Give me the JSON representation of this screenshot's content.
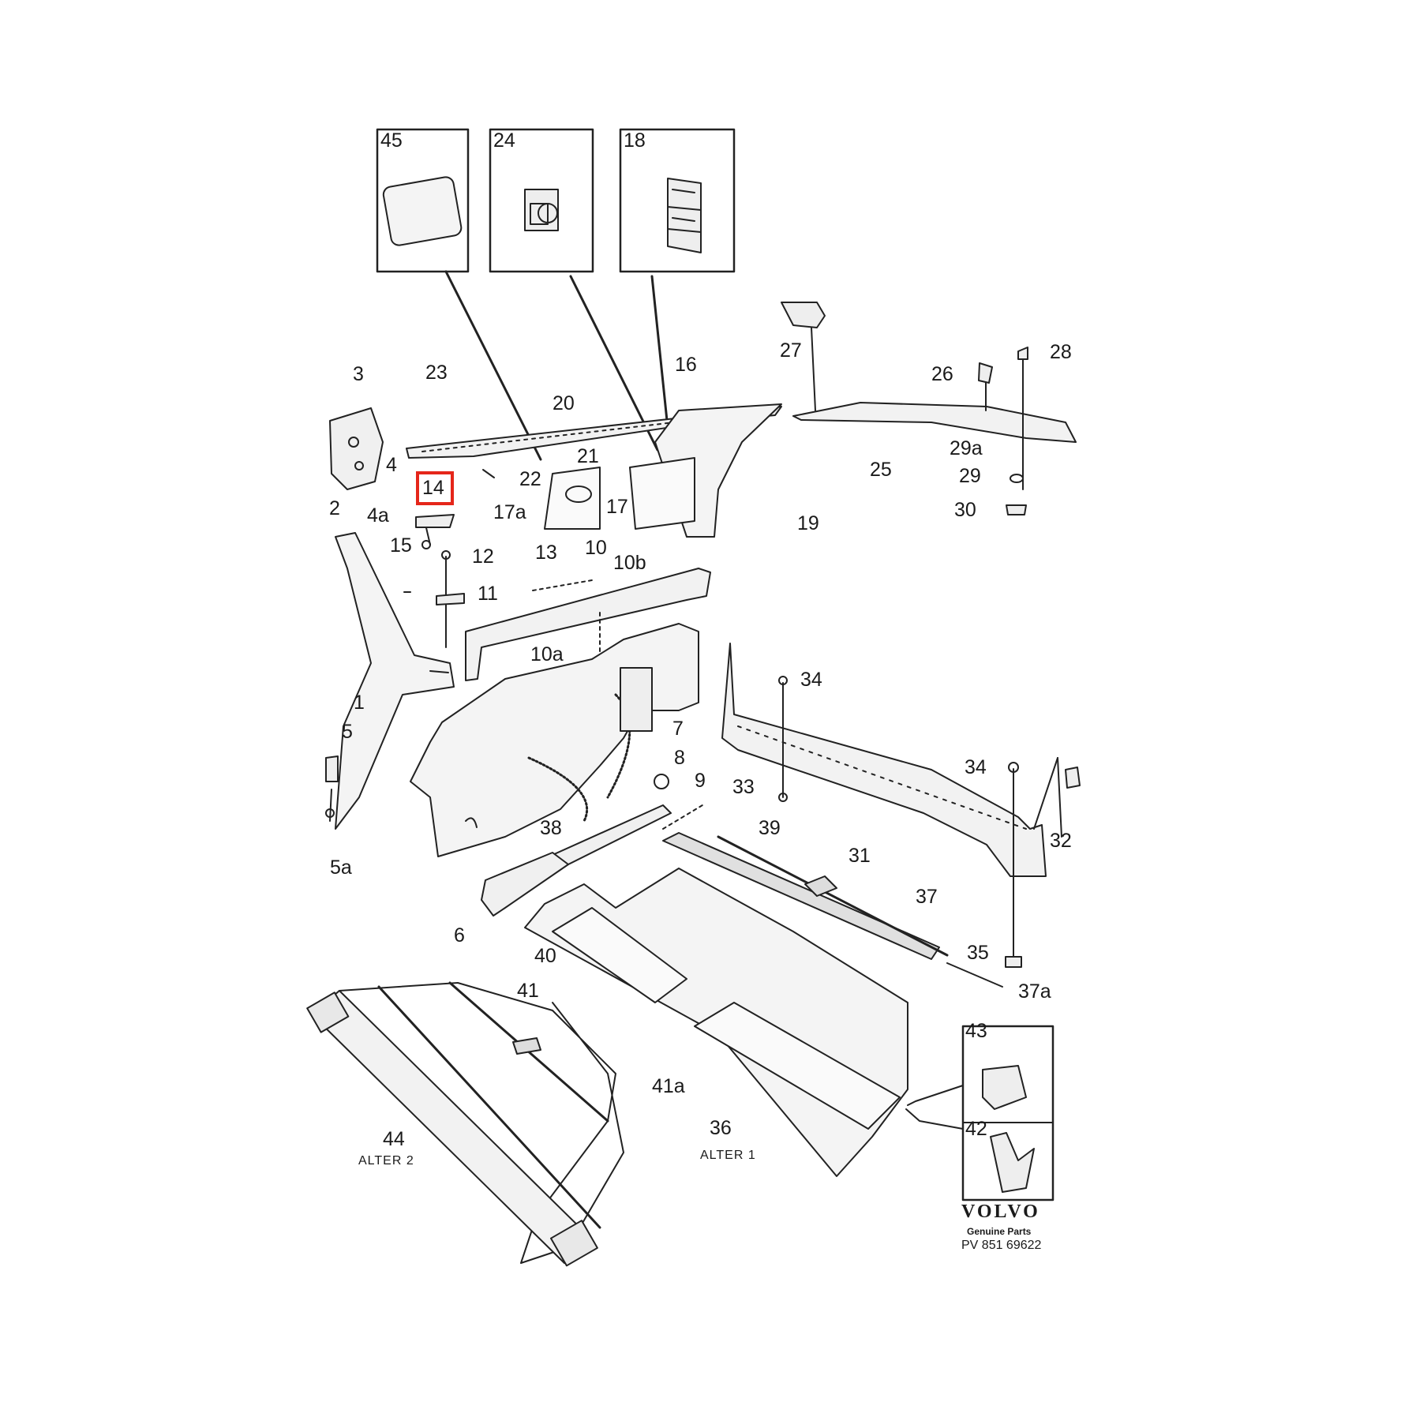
{
  "diagram": {
    "highlight_color": "#e5261a",
    "highlighted_part": "14",
    "labels": {
      "p45": "45",
      "p24": "24",
      "p18": "18",
      "p27": "27",
      "p28": "28",
      "p26": "26",
      "p16": "16",
      "p3": "3",
      "p23": "23",
      "p20": "20",
      "p29a": "29a",
      "p25": "25",
      "p29": "29",
      "p21": "21",
      "p22": "22",
      "p4": "4",
      "p14": "14",
      "p2": "2",
      "p4a": "4a",
      "p17a": "17a",
      "p17": "17",
      "p30": "30",
      "p19": "19",
      "p15": "15",
      "p12": "12",
      "p13": "13",
      "p10": "10",
      "p10b": "10b",
      "p11": "11",
      "p10a": "10a",
      "p34a": "34",
      "p1": "1",
      "p5": "5",
      "p7": "7",
      "p8": "8",
      "p9": "9",
      "p34b": "34",
      "p33": "33",
      "p32": "32",
      "p5a": "5a",
      "p38": "38",
      "p39": "39",
      "p31": "31",
      "p6": "6",
      "p37": "37",
      "p40": "40",
      "p35": "35",
      "p37a": "37a",
      "p41": "41",
      "p43": "43",
      "p41a": "41a",
      "p44": "44",
      "p36": "36",
      "p42": "42"
    },
    "alt_notes": {
      "alt2": "ALTER  2",
      "alt1": "ALTER 1"
    }
  },
  "brand": {
    "logo": "VOLVO",
    "tagline": "Genuine Parts",
    "code": "PV 851 69622"
  }
}
